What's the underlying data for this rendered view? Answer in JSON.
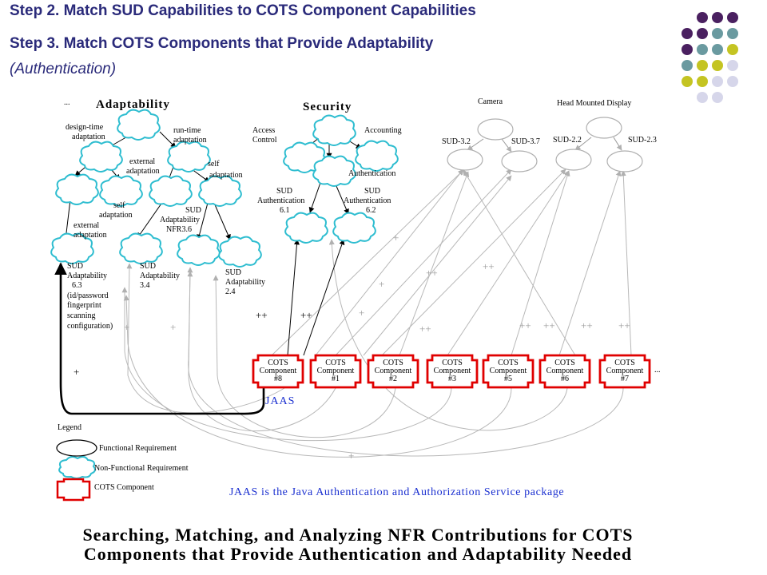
{
  "header": {
    "step2": "Step 2. Match SUD Capabilities to COTS Component Capabilities",
    "step3": "Step 3. Match COTS Components that Provide Adaptability",
    "step3_sub": "(Authentication)"
  },
  "palette": {
    "purple": "#4a2060",
    "teal": "#6a9aa0",
    "olive": "#c4c422",
    "lavender": "#d6d6ea",
    "heading": "#2a2a7a",
    "cots_red": "#e00000",
    "jaas_blue": "#1a2fd0"
  },
  "diagram": {
    "ellipsis": "...",
    "adaptability": {
      "title": "Adaptability",
      "design_time": [
        "design-time",
        "adaptation"
      ],
      "run_time": [
        "run-time",
        "adaptation"
      ],
      "external1": [
        "external",
        "adaptation"
      ],
      "self1": [
        "self",
        "adaptation"
      ],
      "self2": [
        "self",
        "adaptation"
      ],
      "external2": [
        "external",
        "adaptation"
      ],
      "sud_nfr": [
        "SUD",
        "Adaptability",
        "NFR3.6"
      ],
      "sud_63": [
        "SUD",
        "Adaptability",
        "6.3",
        "(id/password",
        "fingerprint",
        "scanning",
        "configuration)"
      ],
      "sud_34": [
        "SUD",
        "Adaptability",
        "3.4"
      ],
      "sud_24": [
        "SUD",
        "Adaptability",
        "2.4"
      ]
    },
    "security": {
      "title": "Security",
      "access": [
        "Access",
        "Control"
      ],
      "accounting": "Accounting",
      "authentication": "Authentication",
      "sud_61": [
        "SUD",
        "Authentication",
        "6.1"
      ],
      "sud_62": [
        "SUD",
        "Authentication",
        "6.2"
      ]
    },
    "functional": {
      "camera": "Camera",
      "hmd": "Head Mounted Display",
      "sud32": "SUD-3.2",
      "sud37": "SUD-3.7",
      "sud22": "SUD-2.2",
      "sud23": "SUD-2.3"
    },
    "contributions": {
      "plus": "+",
      "plusplus": "++"
    },
    "cots": [
      {
        "line1": "COTS",
        "line2": "Component",
        "line3": "#8"
      },
      {
        "line1": "COTS",
        "line2": "Component",
        "line3": "#1"
      },
      {
        "line1": "COTS",
        "line2": "Component",
        "line3": "#2"
      },
      {
        "line1": "COTS",
        "line2": "Component",
        "line3": "#3"
      },
      {
        "line1": "COTS",
        "line2": "Component",
        "line3": "#5"
      },
      {
        "line1": "COTS",
        "line2": "Component",
        "line3": "#6"
      },
      {
        "line1": "COTS",
        "line2": "Component",
        "line3": "#7"
      }
    ],
    "jaas": "JAAS",
    "jaas_note": "JAAS is the Java Authentication and Authorization Service package",
    "legend": {
      "title": "Legend",
      "functional": "Functional Requirement",
      "nonfunctional": "Non-Functional Requirement",
      "cots": "COTS Component"
    },
    "caption1": "Searching, Matching, and Analyzing NFR Contributions for COTS",
    "caption2": "Components that Provide Authentication and Adaptability Needed"
  }
}
